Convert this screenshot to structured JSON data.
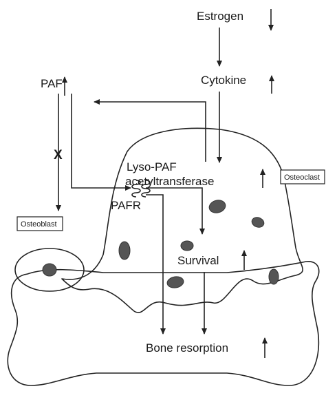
{
  "labels": {
    "estrogen": "Estrogen",
    "cytokine": "Cytokine",
    "paf": "PAF",
    "lyso_line1": "Lyso-PAF",
    "lyso_line2": "acetyltransferase",
    "osteoclast": "Osteoclast",
    "osteoblast": "Osteoblast",
    "pafr": "PAFR",
    "survival": "Survival",
    "bone_resorption": "Bone resorption",
    "block_mark": "X"
  },
  "changes": {
    "estrogen": "down",
    "cytokine": "up",
    "paf": "up",
    "lyso_paf_acetyltransferase": "up",
    "survival": "up",
    "bone_resorption": "up"
  }
}
